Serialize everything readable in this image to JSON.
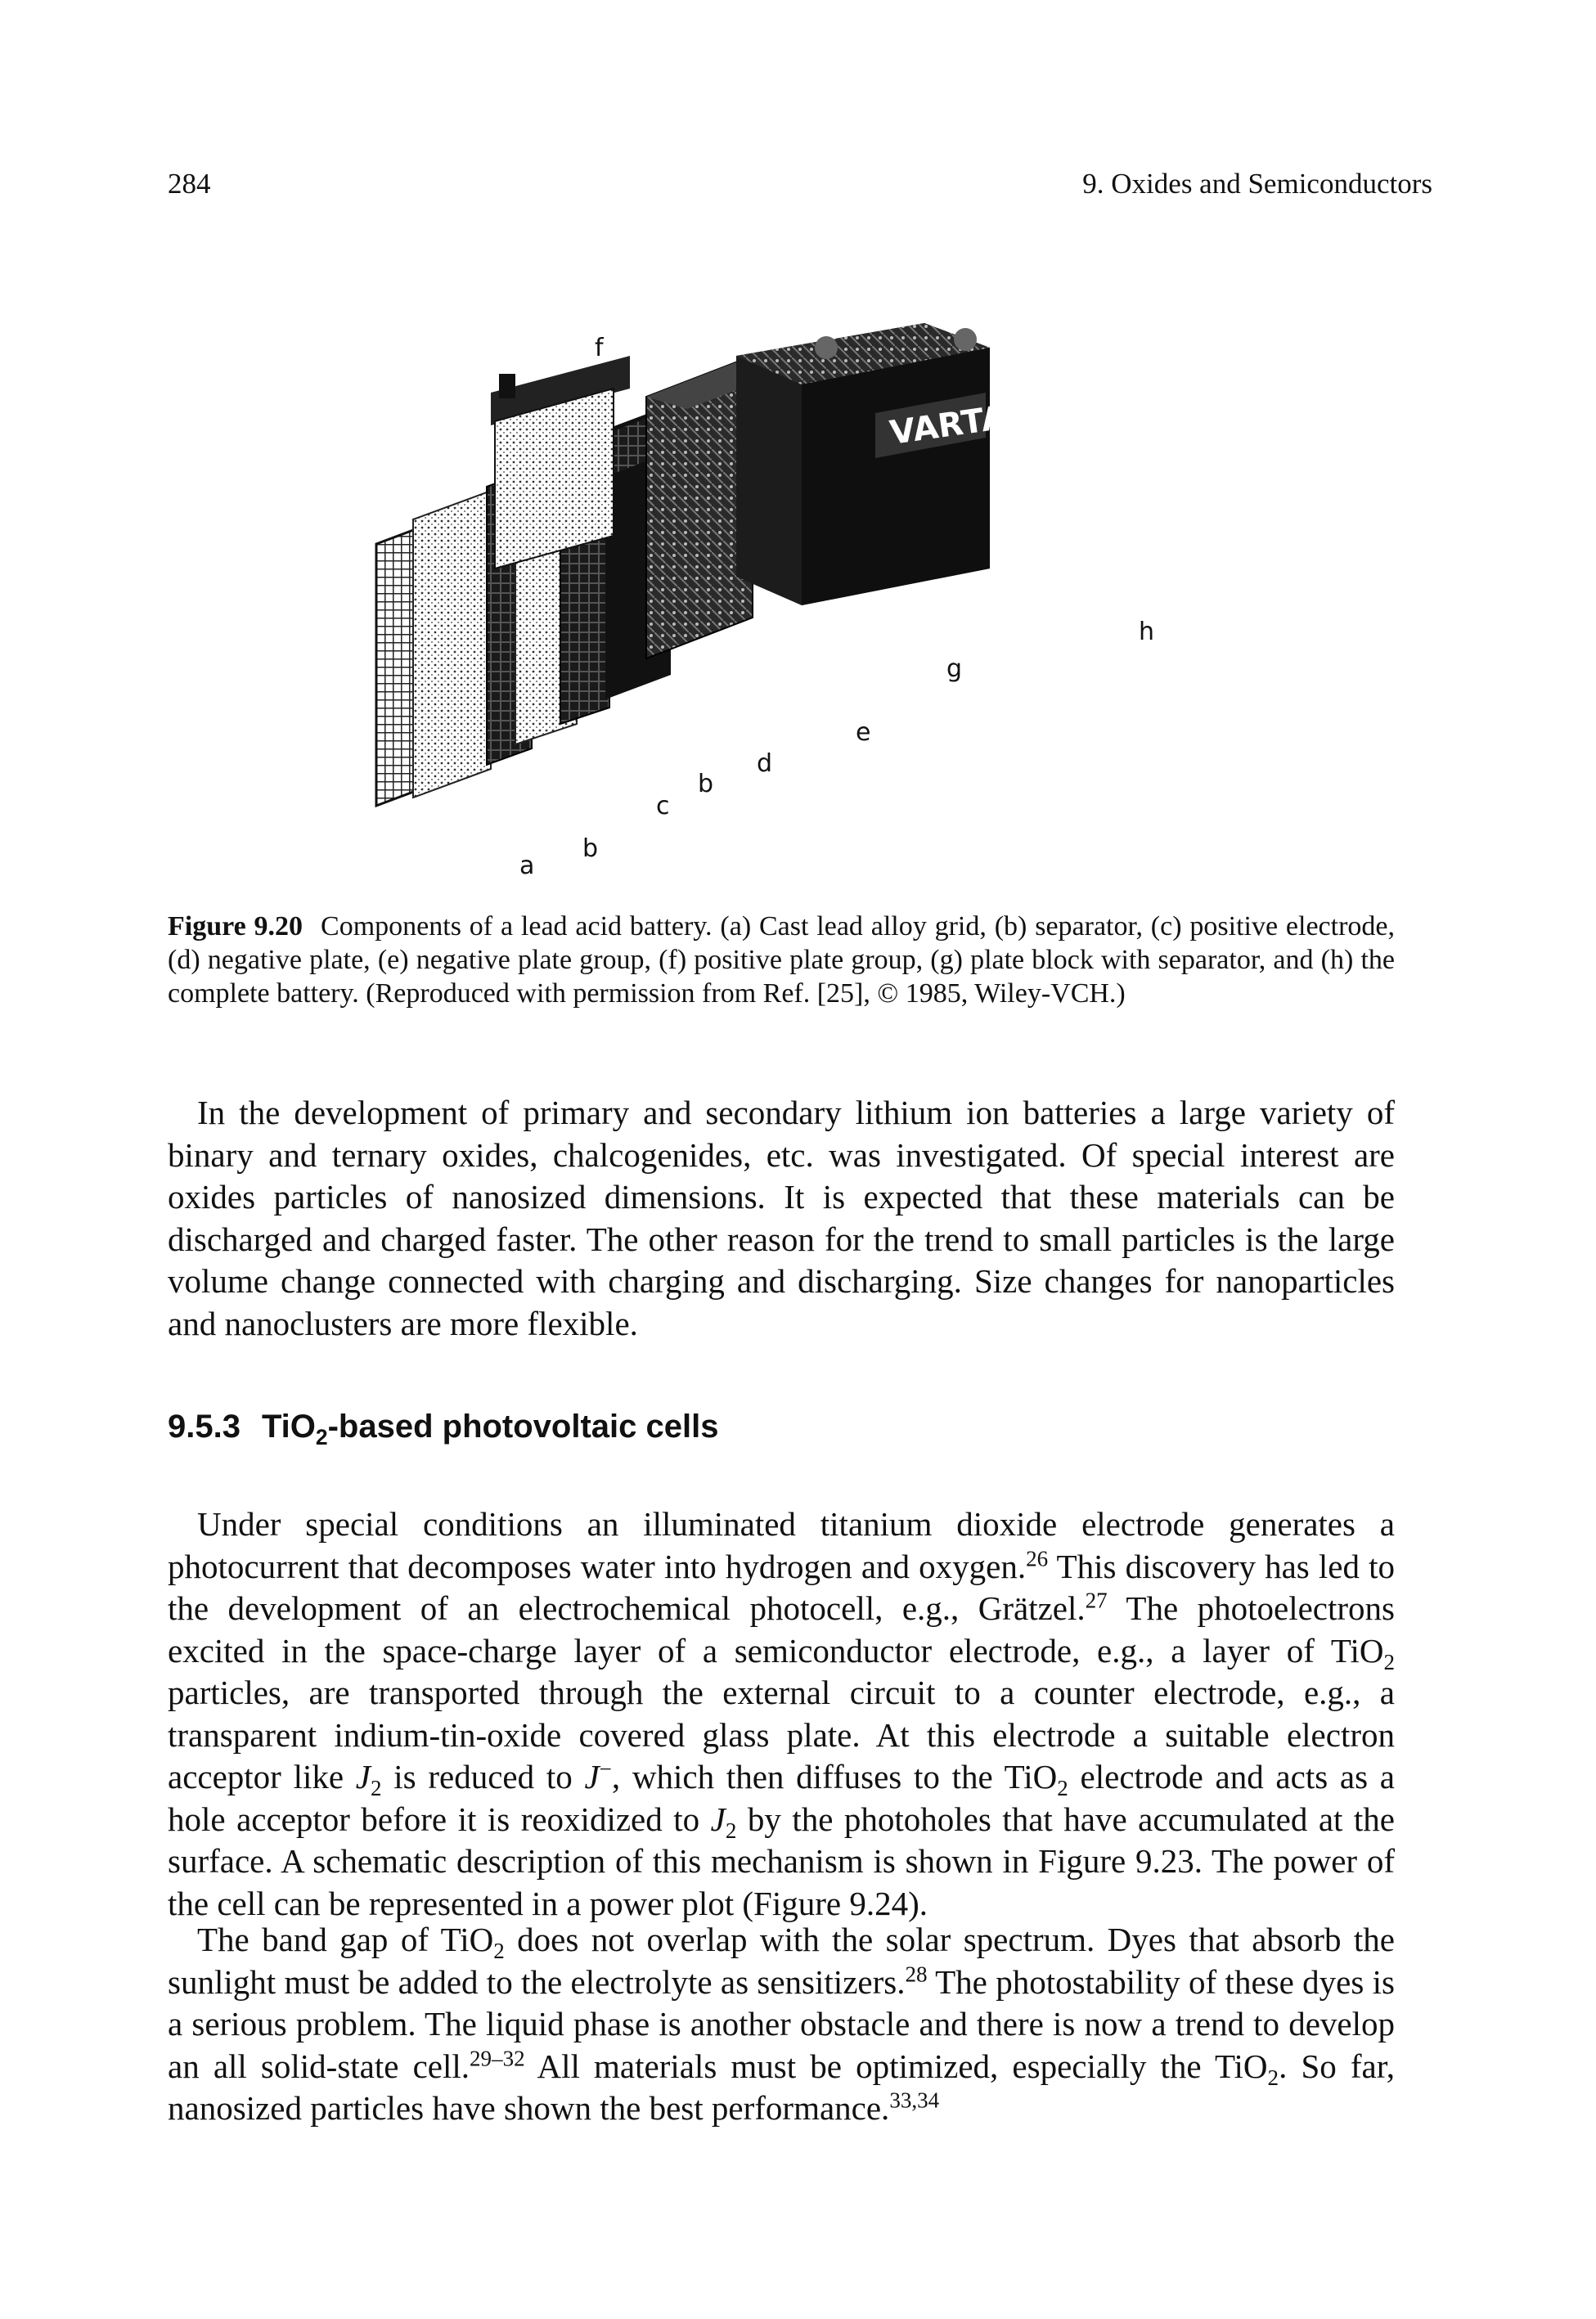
{
  "header": {
    "page_number": "284",
    "chapter_title": "9. Oxides and Semiconductors"
  },
  "figure": {
    "brand_label": "VARTA",
    "part_labels": {
      "a": "a",
      "b1": "b",
      "c": "c",
      "b2": "b",
      "d": "d",
      "e": "e",
      "f": "f",
      "g": "g",
      "h": "h"
    },
    "caption": {
      "label": "Figure 9.20",
      "text": "Components of a lead acid battery. (a) Cast lead alloy grid, (b) separator, (c) positive electrode, (d) negative plate, (e) negative plate group, (f) positive plate group, (g) plate block with separator, and (h) the complete battery. (Reproduced with permission from Ref. [25], © 1985, Wiley-VCH.)"
    }
  },
  "paragraph_1": "In the development of primary and secondary lithium ion batteries a large variety of binary and ternary oxides, chalcogenides, etc. was investigated. Of special interest are oxides particles of nanosized dimensions. It is expected that these materials can be discharged and charged faster. The other reason for the trend to small particles is the large volume change connected with charging and discharging. Size changes for nanoparticles and nanoclusters are more flexible.",
  "section": {
    "number": "9.5.3",
    "title_before": "TiO",
    "title_sub": "2",
    "title_after": "-based photovoltaic cells"
  },
  "paragraph_2": {
    "s1": "Under special conditions an illuminated titanium dioxide electrode generates a photocurrent that decomposes water into hydrogen and oxygen.",
    "r1": "26",
    "s2": " This discovery has led to the development of an electrochemical photocell, e.g., Grätzel.",
    "r2": "27",
    "s3": " The photoelectrons excited in the space-charge layer of a semiconductor electrode, e.g., a layer of TiO",
    "sub2": "2",
    "s4": " particles, are transported through the external circuit to a counter electrode, e.g., a transparent indium-tin-oxide covered glass plate. At this electrode a suitable electron acceptor like ",
    "j": "J",
    "sub_j": "2",
    "s5": " is reduced to ",
    "j_minus_base": "J",
    "j_minus_sup": "−",
    "s6": ", which then diffuses to the TiO",
    "sub2b": "2",
    "s7": " electrode and acts as a hole acceptor before it is reoxidized to ",
    "j2": "J",
    "sub_j2": "2",
    "s8": " by the photoholes that have accumulated at the surface. A schematic description of this mechanism is shown in Figure 9.23. The power of the cell can be represented in a power plot (Figure 9.24)."
  },
  "paragraph_3": {
    "s1": "The band gap of TiO",
    "sub1": "2",
    "s2": " does not overlap with the solar spectrum. Dyes that absorb the sunlight must be added to the electrolyte as sensitizers.",
    "r1": "28",
    "s3": " The photostability of these dyes is a serious problem. The liquid phase is another obstacle and there is now a trend to develop an all solid-state cell.",
    "r2": "29–32",
    "s4": " All materials must be optimized, especially the TiO",
    "sub2": "2",
    "s5": ". So far, nanosized particles have shown the best performance.",
    "r3": "33,34"
  }
}
